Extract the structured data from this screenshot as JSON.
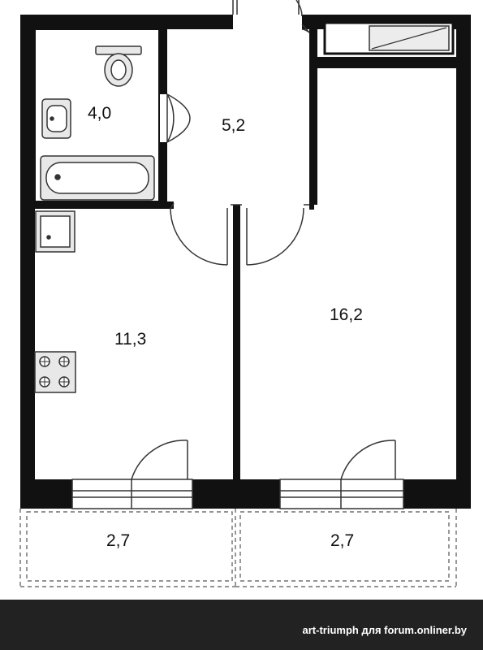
{
  "floor_plan": {
    "rooms": [
      {
        "name": "bathroom",
        "area": "4,0"
      },
      {
        "name": "hallway",
        "area": "5,2"
      },
      {
        "name": "kitchen",
        "area": "11,3"
      },
      {
        "name": "living-room",
        "area": "16,2"
      },
      {
        "name": "balcony-left",
        "area": "2,7"
      },
      {
        "name": "balcony-right",
        "area": "2,7"
      }
    ]
  },
  "footer": {
    "credit": "art-triumph для forum.onliner.by"
  },
  "colors": {
    "wall": "#111111",
    "fixture_stroke": "#333333",
    "fixture_fill": "#e8e8e8",
    "balcony_dash": "#555555",
    "footer_bg": "#222222"
  }
}
